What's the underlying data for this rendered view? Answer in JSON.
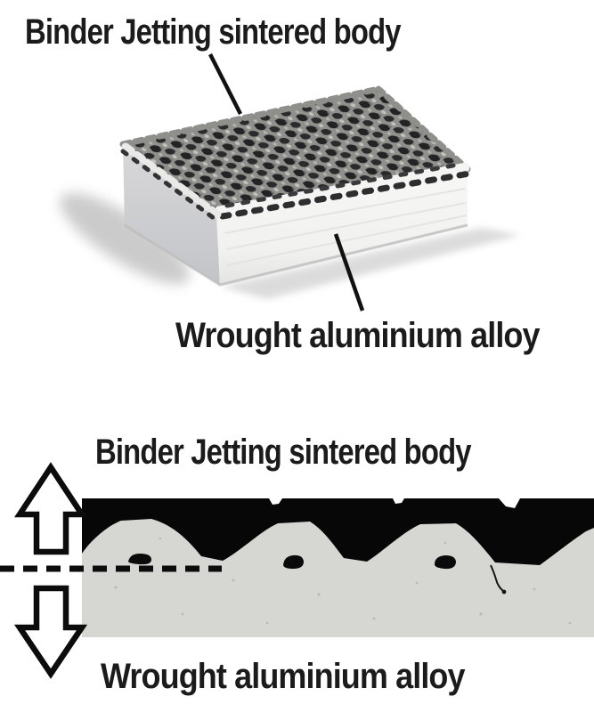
{
  "figure": {
    "top_panel": {
      "sintered_label": "Binder Jetting sintered body",
      "wrought_label": "Wrought aluminium alloy"
    },
    "bottom_panel": {
      "sintered_label": "Binder Jetting sintered body",
      "wrought_label": "Wrought aluminium alloy"
    }
  },
  "icons": {
    "up_arrow": "up-outline-arrow",
    "down_arrow": "down-outline-arrow"
  },
  "colors": {
    "background": "#ffffff",
    "text": "#1b1b1b",
    "lattice_gray": "#8f8f8c",
    "lattice_hole_dark": "#232326",
    "block_front_face": "#f4f4f2",
    "block_left_face": "#cdced0",
    "micrograph_alloy_gray": "#d6d6d3",
    "micrograph_black": "#070707",
    "line_black": "#111111"
  }
}
